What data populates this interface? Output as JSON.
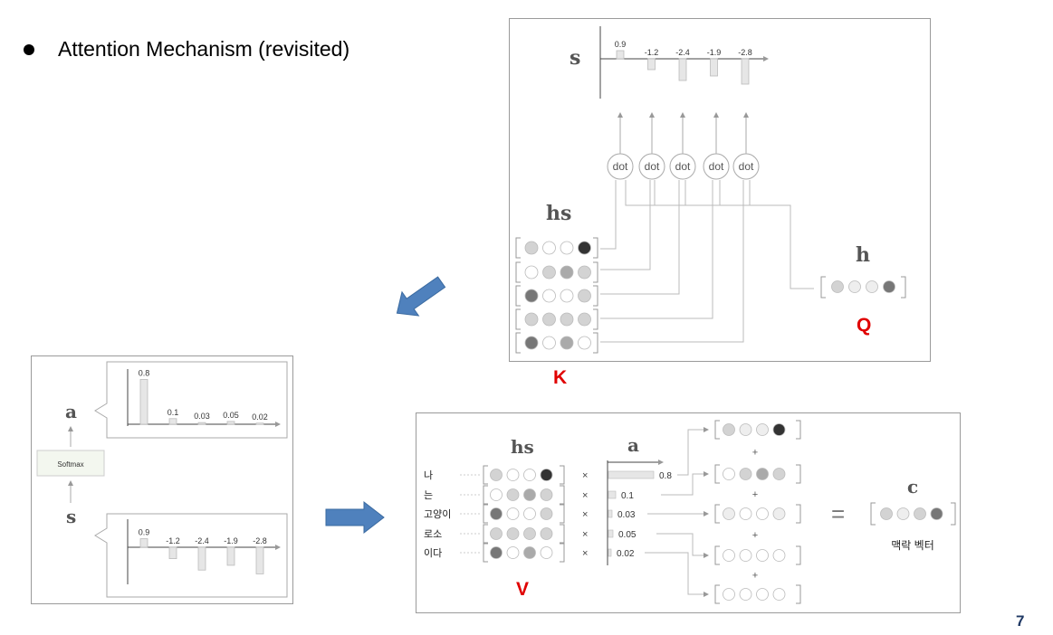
{
  "slide": {
    "title": "Attention Mechanism (revisited)",
    "page_number": "7"
  },
  "top_panel": {
    "s_label": "s",
    "hs_label": "hs",
    "h_label": "h",
    "dot_label": "dot",
    "score_values": [
      "0.9",
      "-1.2",
      "-2.4",
      "-1.9",
      "-2.8"
    ],
    "q_label": "Q",
    "k_label": "K"
  },
  "left_panel": {
    "a_label": "a",
    "s_label": "s",
    "softmax_label": "Softmax",
    "a_values": [
      "0.8",
      "0.1",
      "0.03",
      "0.05",
      "0.02"
    ],
    "s_values": [
      "0.9",
      "-1.2",
      "-2.4",
      "-1.9",
      "-2.8"
    ]
  },
  "right_panel": {
    "hs_label": "hs",
    "a_label": "a",
    "c_label": "c",
    "context_caption": "맥락 벡터",
    "words": [
      "나",
      "는",
      "고양이",
      "로소",
      "이다"
    ],
    "weights": [
      "0.8",
      "0.1",
      "0.03",
      "0.05",
      "0.02"
    ],
    "times": "×",
    "plus": "+",
    "equals": "=",
    "v_label": "V"
  },
  "colors": {
    "accent_red": "#e00000",
    "arrow_blue": "#4f81bd",
    "page_number": "#1f3864"
  }
}
